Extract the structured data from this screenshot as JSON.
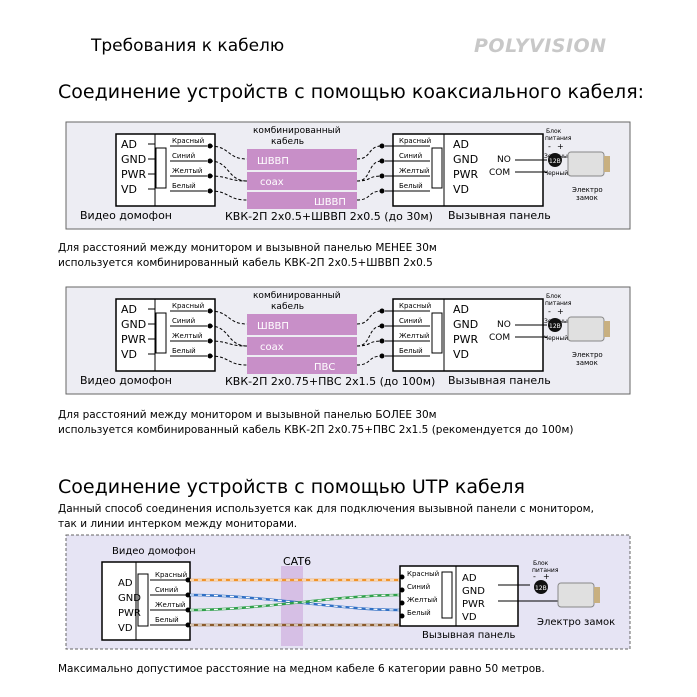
{
  "header": {
    "title": "Требования к кабелю",
    "logo": "POLYVISION"
  },
  "section1": {
    "title": "Соединение устройств с помощью коаксиального кабеля:"
  },
  "diagram1": {
    "left_terminals": [
      "AD",
      "GND",
      "PWR",
      "VD"
    ],
    "wire_colors": [
      "Красный",
      "Синий",
      "Желтый",
      "Белый"
    ],
    "right_terminals": [
      "AD",
      "GND",
      "PWR",
      "VD"
    ],
    "lock_terminals": [
      "NO",
      "COM"
    ],
    "lock_wires": [
      "Зеленый",
      "Черный"
    ],
    "psu_label": "Блок питания",
    "psu_voltage": "12В",
    "plus": "+",
    "minus": "-",
    "lock_label": "Электро замок",
    "cable_title": "комбинированный кабель",
    "cable_segments": [
      "ШВВП",
      "coax",
      "ШВВП"
    ],
    "intercom_label": "Видео домофон",
    "panel_label": "Вызывная панель",
    "cable_spec": "КВК-2П 2x0.5+ШВВП 2x0.5 (до 30м)"
  },
  "note1": [
    "Для расстояний между монитором и вызывной панелью МЕНЕЕ 30м",
    "используется комбинированный кабель КВК-2П 2x0.5+ШВВП 2x0.5"
  ],
  "diagram2": {
    "left_terminals": [
      "AD",
      "GND",
      "PWR",
      "VD"
    ],
    "wire_colors": [
      "Красный",
      "Синий",
      "Желтый",
      "Белый"
    ],
    "right_terminals": [
      "AD",
      "GND",
      "PWR",
      "VD"
    ],
    "lock_terminals": [
      "NO",
      "COM"
    ],
    "lock_wires": [
      "Зеленый",
      "Черный"
    ],
    "psu_label": "Блок питания",
    "psu_voltage": "12В",
    "plus": "+",
    "minus": "-",
    "lock_label": "Электро замок",
    "cable_title": "комбинированный кабель",
    "cable_segments": [
      "ШВВП",
      "coax",
      "ПВС"
    ],
    "intercom_label": "Видео домофон",
    "panel_label": "Вызывная панель",
    "cable_spec": "КВК-2П 2x0.75+ПВС 2x1.5 (до 100м)"
  },
  "note2": [
    "Для расстояний между монитором и вызывной панелью БОЛЕЕ 30м",
    "используется комбинированный кабель КВК-2П 2x0.75+ПВС 2x1.5 (рекомендуется до 100м)"
  ],
  "section2": {
    "title": "Соединение устройств с помощью UTP кабеля",
    "desc": [
      "Данный способ соединения используется как для подключения вызывной панели с монитором,",
      "так и линии интерком между мониторами."
    ]
  },
  "diagram3": {
    "intercom_label": "Видео домофон",
    "left_terminals": [
      "AD",
      "GND",
      "PWR",
      "VD"
    ],
    "wire_colors": [
      "Красный",
      "Синий",
      "Желтый",
      "Белый"
    ],
    "right_terminals": [
      "AD",
      "GND",
      "PWR",
      "VD"
    ],
    "cable_label": "CAT6",
    "psu_label": "Блок питания",
    "psu_voltage": "12В",
    "plus": "+",
    "minus": "-",
    "panel_label": "Вызывная панель",
    "lock_label": "Электро замок",
    "pair_colors": [
      "#f0932a",
      "#2f6fc4",
      "#2fa04a",
      "#8a5a2a"
    ],
    "panel_bg": "#e6e4f4",
    "cable_fill": "#c8a0d8"
  },
  "footer": {
    "text": "Максимально допустимое расстояние на медном кабеле 6 категории равно 50 метров."
  }
}
